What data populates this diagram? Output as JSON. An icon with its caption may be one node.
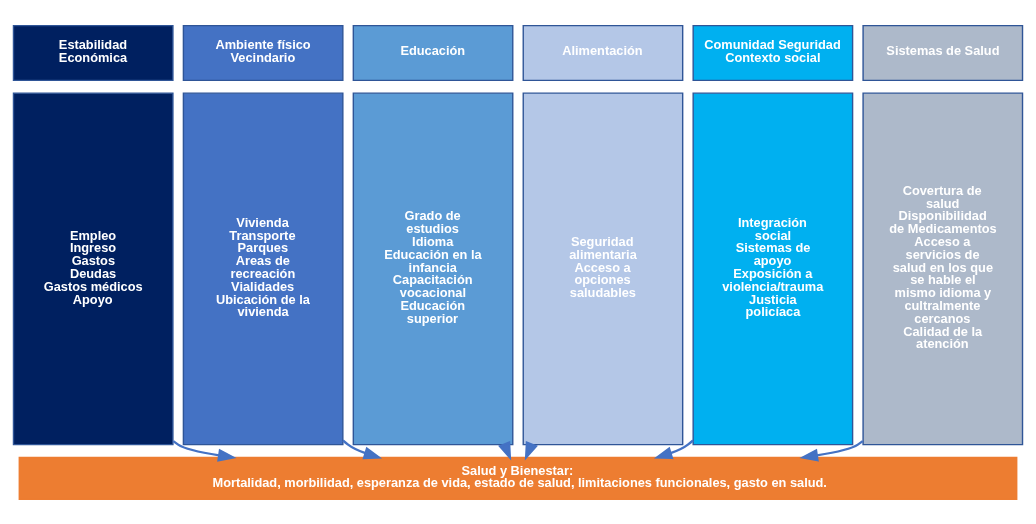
{
  "diagram": {
    "nodes": [
      {
        "text": [
          "Estabilidad Económica"
        ]
      },
      {
        "text": [
          "Ambiente físico Vecindario"
        ]
      },
      {
        "text": [
          "Educación"
        ]
      },
      {
        "text": [
          "Alimentación"
        ]
      },
      {
        "text": [
          "Comunidad Seguridad Contexto social"
        ]
      },
      {
        "text": [
          "Sistemas de Salud"
        ]
      },
      {
        "text": [
          "Empleo",
          "Ingreso",
          "Gastos",
          "Deudas",
          "Gastos médicos",
          "Apoyo"
        ]
      },
      {
        "text": [
          "Vivienda",
          "Transporte",
          "Parques",
          "Areas de recreación Vialidades",
          "Ubicación de la vivienda"
        ]
      },
      {
        "text": [
          "Grado de estudios",
          "Idioma",
          "Educación en la infancia",
          "Capacitación vocacional",
          "Educación superior"
        ]
      },
      {
        "text": [
          "Seguridad alimentaria",
          "Acceso a opciones saludables"
        ]
      },
      {
        "text": [
          "Integración social",
          "Sistemas de apoyo",
          "Exposición a violencia/trauma",
          "Justicia policíaca"
        ]
      },
      {
        "text": [
          "Covertura de salud",
          "Disponibilidad de Medicamentos",
          "Acceso a servicios de salud en los que se hable el mismo idioma y cultralmente cercanos",
          "Calidad de la atención"
        ]
      },
      {
        "text": [
          "Salud y Bienestar:",
          "Mortalidad, morbilidad, esperanza de vida, estado de salud, limitaciones funcionales, gasto en salud."
        ]
      }
    ],
    "edges": [
      {
        "from": 6,
        "to": 12,
        "arrow": "to"
      },
      {
        "from": 7,
        "to": 12,
        "arrow": "to"
      },
      {
        "from": 8,
        "to": 12,
        "arrow": "to"
      },
      {
        "from": 9,
        "to": 12,
        "arrow": "to"
      },
      {
        "from": 10,
        "to": 12,
        "arrow": "to"
      },
      {
        "from": 11,
        "to": 12,
        "arrow": "to"
      }
    ]
  }
}
